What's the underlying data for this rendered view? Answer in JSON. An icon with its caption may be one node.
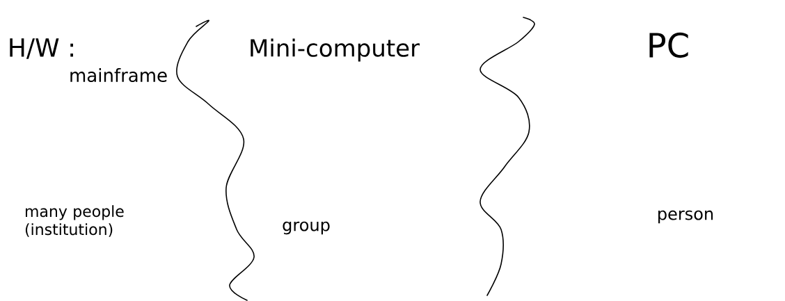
{
  "diagram": {
    "labels": [
      "H/W :",
      "mainframe",
      "Mini-computer",
      "PC",
      "many people (institution)",
      "group",
      "person"
    ]
  }
}
